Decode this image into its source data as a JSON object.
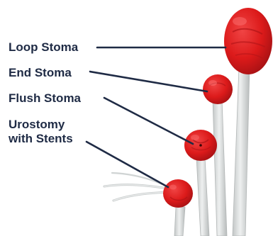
{
  "labels": {
    "loop": "Loop Stoma",
    "end": "End Stoma",
    "flush": "Flush Stoma",
    "urostomy_line1": "Urostomy",
    "urostomy_line2": "with Stents"
  },
  "colors": {
    "text": "#1f2b45",
    "leader_line": "#1f2b45",
    "stoma_red": "#e01b1b",
    "stoma_shadow": "#a30f12",
    "tube": "#d9dcdc",
    "tube_edge": "#b8bcbc"
  }
}
